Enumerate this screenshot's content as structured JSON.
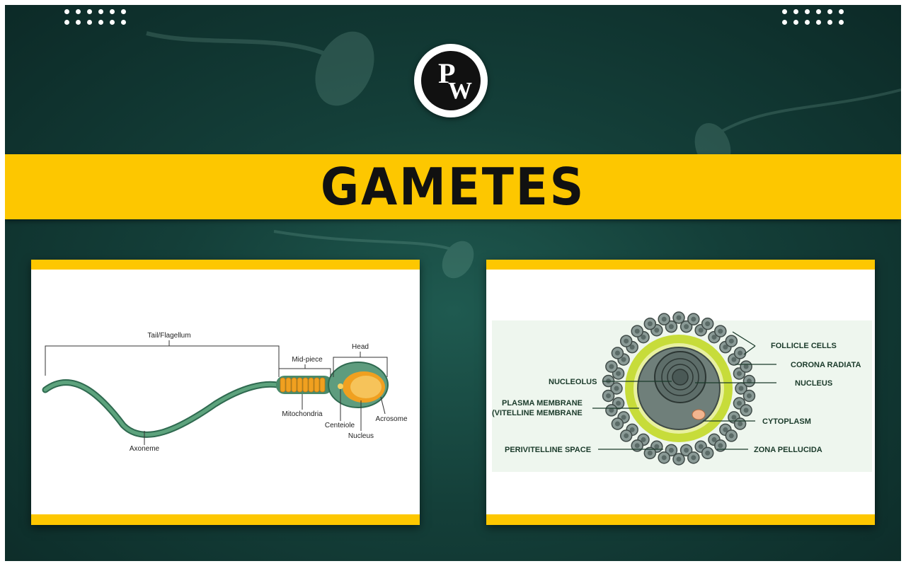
{
  "logo": {
    "letter_top": "P",
    "letter_bottom": "W"
  },
  "banner": {
    "title": "GAMETES"
  },
  "sperm_diagram": {
    "labels": {
      "tail": "Tail/Flagellum",
      "midpiece": "Mid-piece",
      "head": "Head",
      "mitochondria": "Mitochondria",
      "centriole": "Centeiole",
      "nucleus": "Nucleus",
      "acrosome": "Acrosome",
      "axoneme": "Axoneme"
    }
  },
  "egg_diagram": {
    "labels": {
      "follicle_cells": "FOLLICLE CELLS",
      "corona_radiata": "CORONA RADIATA",
      "nucleolus": "NUCLEOLUS",
      "nucleus": "NUCLEUS",
      "plasma_membrane_1": "PLASMA MEMBRANE",
      "plasma_membrane_2": "(VITELLINE MEMBRANE",
      "cytoplasm": "CYTOPLASM",
      "perivitelline": "PERIVITELLINE SPACE",
      "zona_pellucida": "ZONA PELLUCIDA"
    }
  },
  "colors": {
    "banner": "#fdc700",
    "background": "#143f39",
    "sperm_body": "#4a8a6a",
    "mitochondria": "#f0a020",
    "zona": "#b9d433"
  }
}
